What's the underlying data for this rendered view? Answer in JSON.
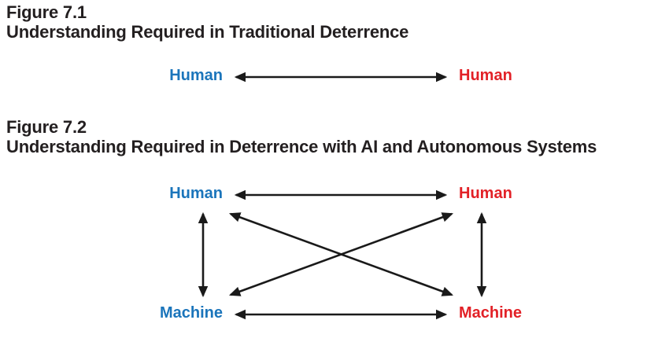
{
  "colors": {
    "heading": "#231f20",
    "left_actor": "#1b75bb",
    "right_actor": "#e22127",
    "arrow": "#1a1a1a"
  },
  "figure1": {
    "label": "Figure 7.1",
    "title": "Understanding Required in Traditional Deterrence",
    "nodes": {
      "human_left": "Human",
      "human_right": "Human"
    },
    "edges": [
      {
        "from": "human_left",
        "to": "human_right",
        "bidirectional": true
      }
    ]
  },
  "figure2": {
    "label": "Figure 7.2",
    "title": "Understanding Required in Deterrence with AI and Autonomous Systems",
    "nodes": {
      "human_left": "Human",
      "human_right": "Human",
      "machine_left": "Machine",
      "machine_right": "Machine"
    },
    "edges": [
      {
        "from": "human_left",
        "to": "human_right",
        "bidirectional": true
      },
      {
        "from": "machine_left",
        "to": "machine_right",
        "bidirectional": true
      },
      {
        "from": "human_left",
        "to": "machine_left",
        "bidirectional": true
      },
      {
        "from": "human_right",
        "to": "machine_right",
        "bidirectional": true
      },
      {
        "from": "human_left",
        "to": "machine_right",
        "bidirectional": true
      },
      {
        "from": "machine_left",
        "to": "human_right",
        "bidirectional": true
      }
    ]
  }
}
